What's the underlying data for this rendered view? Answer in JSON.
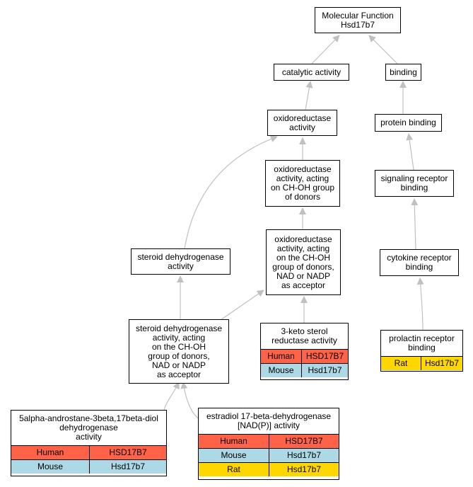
{
  "colors": {
    "human": "#ff6347",
    "mouse": "#add8e6",
    "rat": "#ffd700",
    "edge": "#c0c0c0"
  },
  "nodes": {
    "mf": "Molecular Function\nHsd17b7",
    "catalytic": "catalytic activity",
    "binding": "binding",
    "oxidoreductase": "oxidoreductase\nactivity",
    "protein_binding": "protein binding",
    "ox_chohdonor": "oxidoreductase\nactivity, acting\non CH-OH group\nof donors",
    "signaling": "signaling receptor\nbinding",
    "ox_nad": "oxidoreductase\nactivity, acting\non the CH-OH\ngroup of donors,\nNAD or NADP\nas acceptor",
    "steroid_dh": "steroid dehydrogenase\nactivity",
    "cytokine": "cytokine receptor\nbinding",
    "steroid_dh_nad": "steroid dehydrogenase\nactivity, acting\non the CH-OH\ngroup of donors,\nNAD or NADP\nas acceptor"
  },
  "table_nodes": {
    "keto": {
      "title": "3-keto sterol\nreductase activity",
      "rows": [
        {
          "species": "Human",
          "gene": "HSD17B7"
        },
        {
          "species": "Mouse",
          "gene": "Hsd17b7"
        }
      ]
    },
    "prolactin": {
      "title": "prolactin receptor\nbinding",
      "rows": [
        {
          "species": "Rat",
          "gene": "Hsd17b7"
        }
      ]
    },
    "androstane": {
      "title": "5alpha-androstane-3beta,17beta-diol\ndehydrogenase\nactivity",
      "rows": [
        {
          "species": "Human",
          "gene": "HSD17B7"
        },
        {
          "species": "Mouse",
          "gene": "Hsd17b7"
        }
      ]
    },
    "estradiol": {
      "title": "estradiol 17-beta-dehydrogenase\n[NAD(P)] activity",
      "rows": [
        {
          "species": "Human",
          "gene": "HSD17B7"
        },
        {
          "species": "Mouse",
          "gene": "Hsd17b7"
        },
        {
          "species": "Rat",
          "gene": "Hsd17b7"
        }
      ]
    }
  }
}
